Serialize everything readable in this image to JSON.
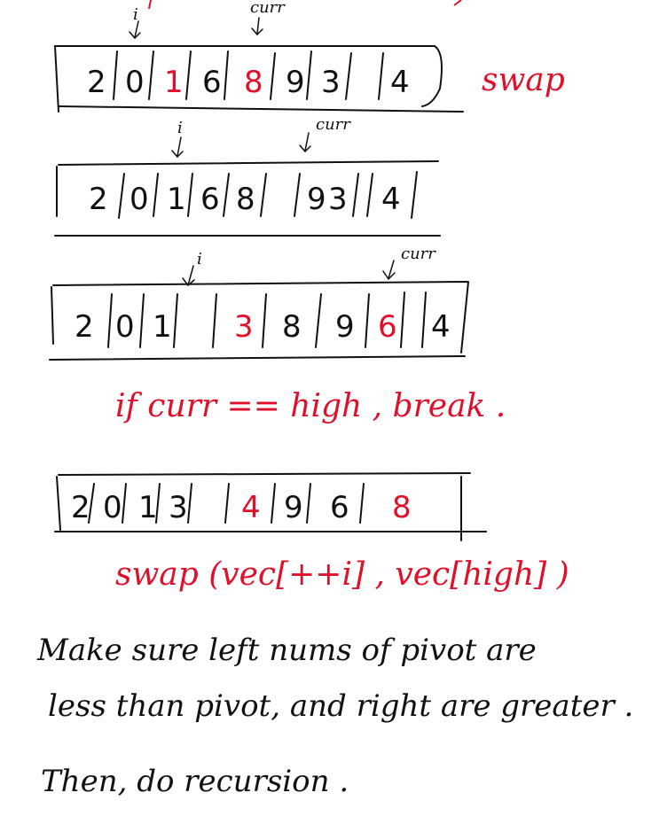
{
  "colors": {
    "ink": "#111111",
    "accent": "#e0102a"
  },
  "markers": {
    "i": "i",
    "curr": "curr"
  },
  "rows": [
    {
      "cells": [
        {
          "v": "2",
          "red": false
        },
        {
          "v": "0",
          "red": false
        },
        {
          "v": "1",
          "red": true
        },
        {
          "v": "6",
          "red": false
        },
        {
          "v": "8",
          "red": true
        },
        {
          "v": "9",
          "red": false
        },
        {
          "v": "3",
          "red": false
        },
        {
          "v": "4",
          "red": false
        }
      ],
      "i_at": 1,
      "curr_at": 4
    },
    {
      "cells": [
        {
          "v": "2",
          "red": false
        },
        {
          "v": "0",
          "red": false
        },
        {
          "v": "1",
          "red": false
        },
        {
          "v": "6",
          "red": false
        },
        {
          "v": "8",
          "red": false
        },
        {
          "v": "9",
          "red": false
        },
        {
          "v": "3",
          "red": false
        },
        {
          "v": "4",
          "red": false
        }
      ],
      "i_at": 2,
      "curr_at": 5
    },
    {
      "cells": [
        {
          "v": "2",
          "red": false
        },
        {
          "v": "0",
          "red": false
        },
        {
          "v": "1",
          "red": false
        },
        {
          "v": "3",
          "red": true
        },
        {
          "v": "8",
          "red": false
        },
        {
          "v": "9",
          "red": false
        },
        {
          "v": "6",
          "red": true
        },
        {
          "v": "4",
          "red": false
        }
      ],
      "i_at": 2,
      "curr_at": 6
    },
    {
      "cells": [
        {
          "v": "2",
          "red": false
        },
        {
          "v": "0",
          "red": false
        },
        {
          "v": "1",
          "red": false
        },
        {
          "v": "3",
          "red": false
        },
        {
          "v": "4",
          "red": true
        },
        {
          "v": "9",
          "red": false
        },
        {
          "v": "6",
          "red": false
        },
        {
          "v": "8",
          "red": true
        }
      ]
    }
  ],
  "annotations": {
    "swap": "swap",
    "break_rule": "if  curr == high , break .",
    "swap_call": "swap (vec[++i] , vec[high] )"
  },
  "notes": [
    "Make sure left nums of pivot are",
    "less than pivot, and right are greater .",
    "Then, do recursion ."
  ]
}
